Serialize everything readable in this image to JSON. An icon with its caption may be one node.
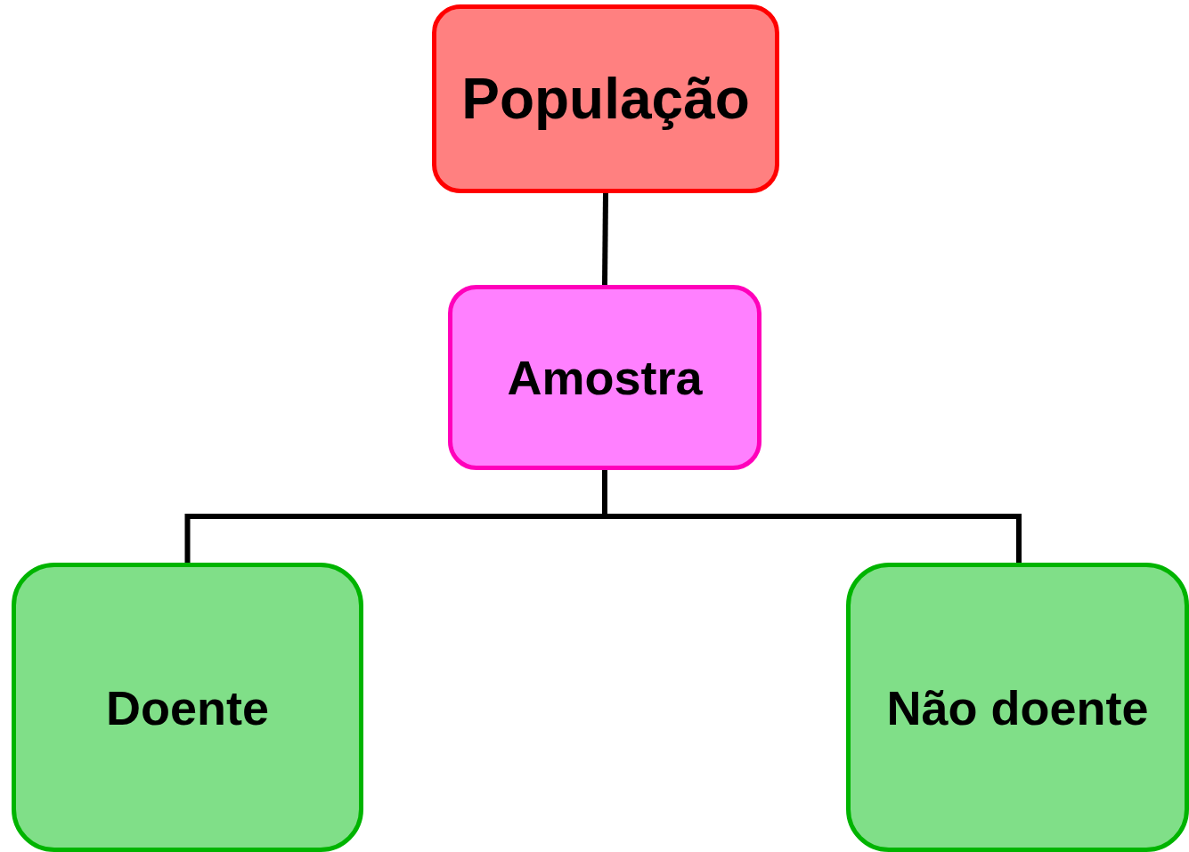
{
  "diagram": {
    "nodes": [
      {
        "text": [
          "População"
        ]
      },
      {
        "text": [
          "Amostra"
        ]
      },
      {
        "text": [
          "Doente"
        ]
      },
      {
        "text": [
          "Não doente"
        ]
      }
    ],
    "edges": [
      {
        "from": 0,
        "to": 1,
        "arrow": "none"
      },
      {
        "from": 1,
        "to": 2,
        "arrow": "none"
      },
      {
        "from": 1,
        "to": 3,
        "arrow": "none"
      }
    ]
  }
}
